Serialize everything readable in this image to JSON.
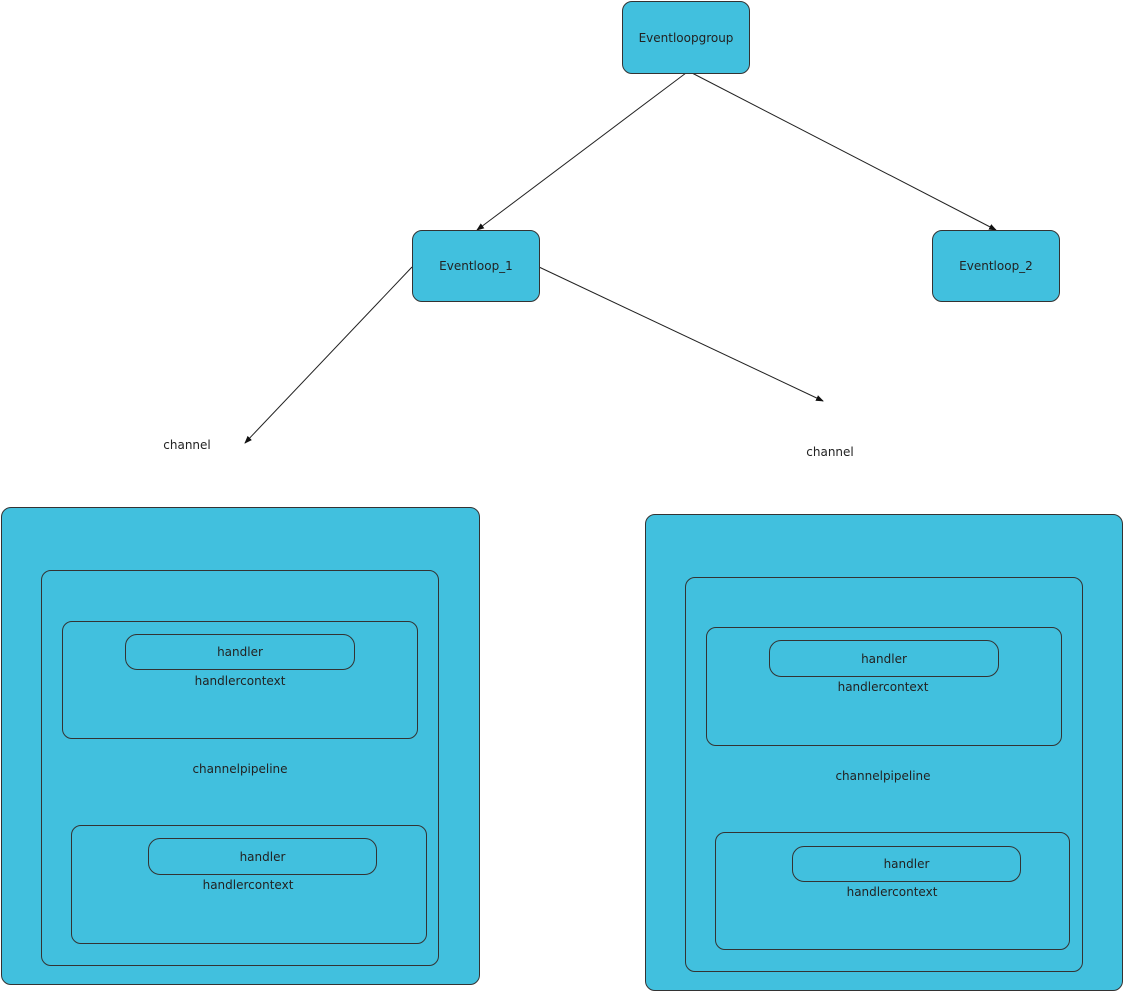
{
  "nodes": {
    "group": "Eventloopgroup",
    "loop1": "Eventloop_1",
    "loop2": "Eventloop_2"
  },
  "channels": [
    {
      "label": "channel",
      "pipeline": "channelpipeline",
      "contexts": [
        {
          "handler": "handler",
          "context": "handlercontext"
        },
        {
          "handler": "handler",
          "context": "handlercontext"
        }
      ]
    },
    {
      "label": "channel",
      "pipeline": "channelpipeline",
      "contexts": [
        {
          "handler": "handler",
          "context": "handlercontext"
        },
        {
          "handler": "handler",
          "context": "handlercontext"
        }
      ]
    }
  ],
  "colors": {
    "fill": "#41c0de",
    "stroke": "#333333"
  }
}
